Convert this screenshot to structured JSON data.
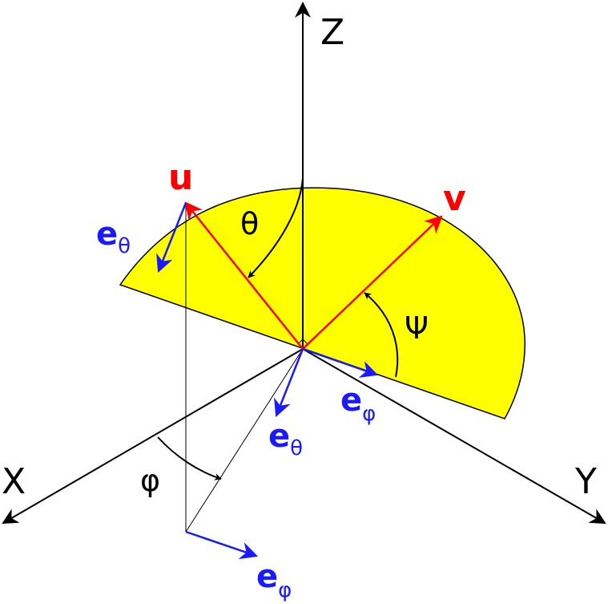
{
  "axes": {
    "x_label": "X",
    "y_label": "Y",
    "z_label": "Z"
  },
  "vectors": {
    "u_label": "u",
    "v_label": "v"
  },
  "angles": {
    "theta": "θ",
    "psi": "Ψ",
    "phi": "φ"
  },
  "basis": {
    "e": "e",
    "theta_sub": "θ",
    "phi_sub": "φ"
  },
  "colors": {
    "plane_fill": "#ffff00",
    "vector_red": "#ff0000",
    "basis_blue": "#1a1aff",
    "axis_black": "#000000"
  }
}
